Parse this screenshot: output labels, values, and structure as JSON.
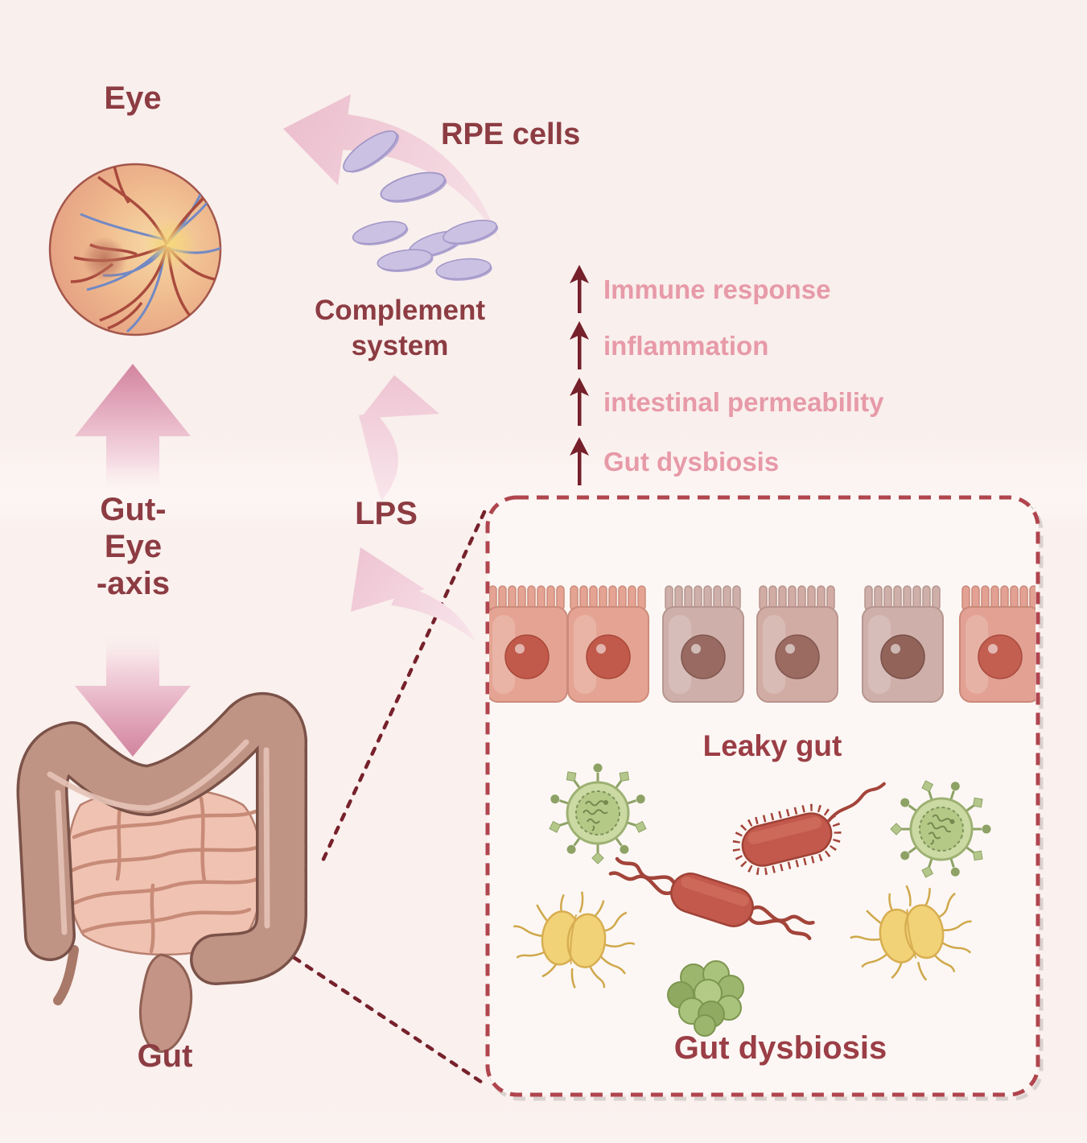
{
  "labels": {
    "eye": "Eye",
    "rpe_cells": "RPE cells",
    "complement": {
      "line1": "Complement",
      "line2": "system"
    },
    "lps": "LPS",
    "gut_eye_axis": {
      "line1": "Gut-",
      "line2": "Eye",
      "line3": "-axis"
    },
    "gut": "Gut",
    "leaky_gut": "Leaky gut",
    "gut_dysbiosis": "Gut dysbiosis"
  },
  "cascade": {
    "items": [
      {
        "label": "Immune response"
      },
      {
        "label": "inflammation"
      },
      {
        "label": "intestinal permeability"
      },
      {
        "label": "Gut dysbiosis"
      }
    ]
  },
  "icons": {
    "cascade_arrow": "up-arrow",
    "rpe_transport_arrow": "curved-arrow-up-left",
    "lps_arrows": "curved-arrow-up",
    "axis_arrows": "block-arrow-up-down"
  },
  "colors": {
    "background": "#faf0ee",
    "dark_red_text": "#8c3c42",
    "box_label_red": "#9b3e46",
    "pink_text": "#e79aa8",
    "maroon_arrow": "#75202b",
    "pink_block_arrow": "#d2849f",
    "curved_arrow_pink": "#ecbfce",
    "dashed_border": "#b0454e",
    "box_fill": "#fcf7f4",
    "rpe_cell_purple": "#cac1e3",
    "fundus_salmon": "#e0957e",
    "colon_brown": "#c09484",
    "intestine_pink": "#f0c2b2",
    "epithelial_salmon": "#e5a493",
    "epithelial_mauve": "#cfafaa",
    "virus_green": "#cbdaa3",
    "bacteria_red": "#c2594c",
    "bacteria_yellow": "#f1d276",
    "cocci_green": "#9fb870"
  }
}
